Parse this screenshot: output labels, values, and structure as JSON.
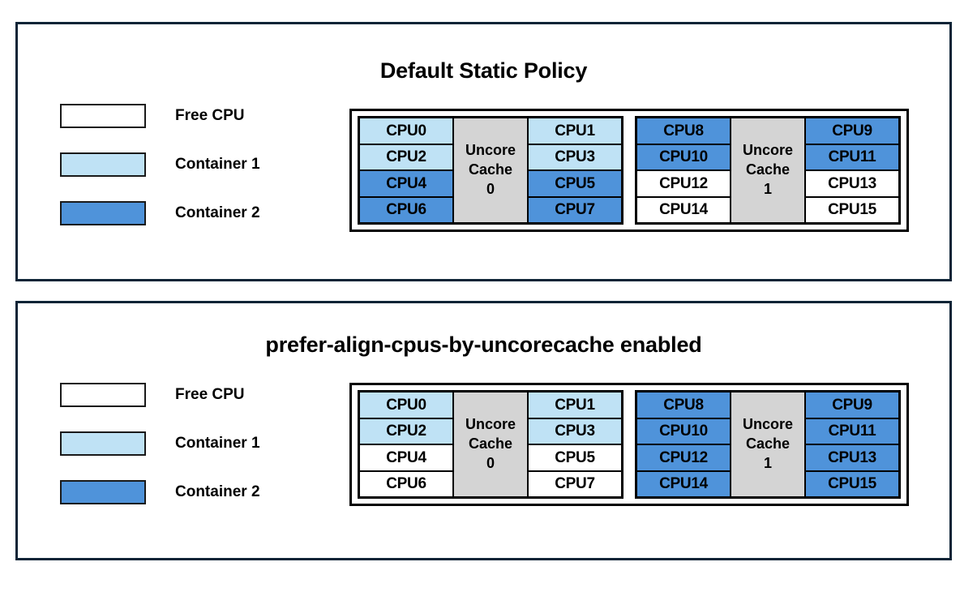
{
  "colors": {
    "panel_border": "#0d2436",
    "free_cpu": "#ffffff",
    "container1": "#bfe2f5",
    "container2": "#4f93da",
    "uncore_cache": "#d4d4d4",
    "cell_border": "#000000",
    "text": "#000000"
  },
  "legend": {
    "items": [
      {
        "label": "Free CPU",
        "fill": "free"
      },
      {
        "label": "Container 1",
        "fill": "c1"
      },
      {
        "label": "Container 2",
        "fill": "c2"
      }
    ]
  },
  "panels": [
    {
      "id": "default-static-policy",
      "title": "Default Static Policy",
      "legend_items": [
        {
          "label": "Free CPU",
          "fill": "free"
        },
        {
          "label": "Container 1",
          "fill": "c1"
        },
        {
          "label": "Container 2",
          "fill": "c2"
        }
      ],
      "sockets": [
        {
          "cache_line1": "Uncore",
          "cache_line2": "Cache",
          "cache_line3": "0",
          "left_column": [
            {
              "label": "CPU0",
              "fill": "c1"
            },
            {
              "label": "CPU2",
              "fill": "c1"
            },
            {
              "label": "CPU4",
              "fill": "c2"
            },
            {
              "label": "CPU6",
              "fill": "c2"
            }
          ],
          "right_column": [
            {
              "label": "CPU1",
              "fill": "c1"
            },
            {
              "label": "CPU3",
              "fill": "c1"
            },
            {
              "label": "CPU5",
              "fill": "c2"
            },
            {
              "label": "CPU7",
              "fill": "c2"
            }
          ]
        },
        {
          "cache_line1": "Uncore",
          "cache_line2": "Cache",
          "cache_line3": "1",
          "left_column": [
            {
              "label": "CPU8",
              "fill": "c2"
            },
            {
              "label": "CPU10",
              "fill": "c2"
            },
            {
              "label": "CPU12",
              "fill": "free"
            },
            {
              "label": "CPU14",
              "fill": "free"
            }
          ],
          "right_column": [
            {
              "label": "CPU9",
              "fill": "c2"
            },
            {
              "label": "CPU11",
              "fill": "c2"
            },
            {
              "label": "CPU13",
              "fill": "free"
            },
            {
              "label": "CPU15",
              "fill": "free"
            }
          ]
        }
      ]
    },
    {
      "id": "prefer-align-cpus-by-uncorecache-enabled",
      "title": "prefer-align-cpus-by-uncorecache enabled",
      "legend_items": [
        {
          "label": "Free CPU",
          "fill": "free"
        },
        {
          "label": "Container 1",
          "fill": "c1"
        },
        {
          "label": "Container 2",
          "fill": "c2"
        }
      ],
      "sockets": [
        {
          "cache_line1": "Uncore",
          "cache_line2": "Cache",
          "cache_line3": "0",
          "left_column": [
            {
              "label": "CPU0",
              "fill": "c1"
            },
            {
              "label": "CPU2",
              "fill": "c1"
            },
            {
              "label": "CPU4",
              "fill": "free"
            },
            {
              "label": "CPU6",
              "fill": "free"
            }
          ],
          "right_column": [
            {
              "label": "CPU1",
              "fill": "c1"
            },
            {
              "label": "CPU3",
              "fill": "c1"
            },
            {
              "label": "CPU5",
              "fill": "free"
            },
            {
              "label": "CPU7",
              "fill": "free"
            }
          ]
        },
        {
          "cache_line1": "Uncore",
          "cache_line2": "Cache",
          "cache_line3": "1",
          "left_column": [
            {
              "label": "CPU8",
              "fill": "c2"
            },
            {
              "label": "CPU10",
              "fill": "c2"
            },
            {
              "label": "CPU12",
              "fill": "c2"
            },
            {
              "label": "CPU14",
              "fill": "c2"
            }
          ],
          "right_column": [
            {
              "label": "CPU9",
              "fill": "c2"
            },
            {
              "label": "CPU11",
              "fill": "c2"
            },
            {
              "label": "CPU13",
              "fill": "c2"
            },
            {
              "label": "CPU15",
              "fill": "c2"
            }
          ]
        }
      ]
    }
  ]
}
